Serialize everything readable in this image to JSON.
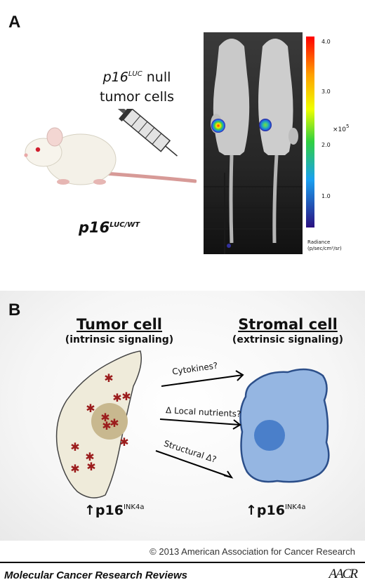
{
  "panel_a": {
    "letter": "A",
    "injection_gene": "p16",
    "injection_gene_sup": "LUC",
    "injection_suffix": " null",
    "injection_line2": "tumor cells",
    "genotype_gene": "p16",
    "genotype_sup": "LUC/WT",
    "colorbar": {
      "ticks": [
        "4.0",
        "3.0",
        "2.0",
        "1.0"
      ],
      "multiplier": "×10",
      "multiplier_exp": "5",
      "label_line1": "Radiance",
      "label_line2": "(p/sec/cm²/sr)"
    }
  },
  "panel_b": {
    "letter": "B",
    "tumor_title": "Tumor cell",
    "tumor_subtitle": "(intrinsic signaling)",
    "stromal_title": "Stromal cell",
    "stromal_subtitle": "(extrinsic signaling)",
    "arrows": [
      "Cytokines?",
      "Δ Local nutrients?",
      "Structural Δ?"
    ],
    "marker_arrow": "↑",
    "marker_gene": "p16",
    "marker_sup": "INK4a",
    "colors": {
      "tumor_cell": "#efebda",
      "tumor_nucleus": "#c8b88f",
      "stromal_cell": "#95b6e2",
      "stromal_nucleus": "#4a7fca",
      "star": "#9b1c1c"
    }
  },
  "copyright": "© 2013 American Association for Cancer Research",
  "footer": {
    "journal": "Molecular Cancer Research Reviews",
    "logo": "AACR"
  }
}
